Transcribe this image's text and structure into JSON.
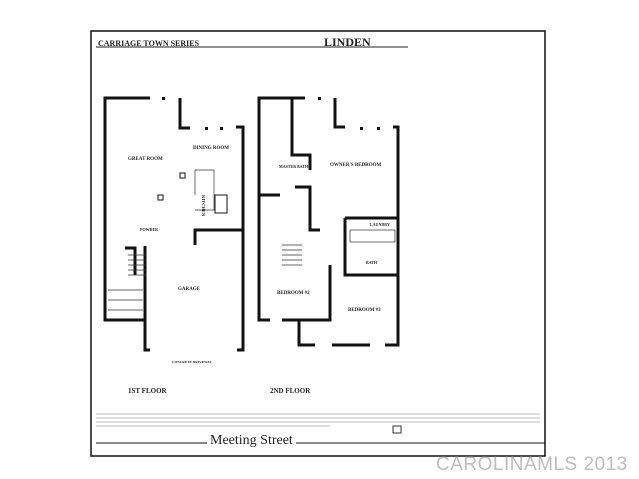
{
  "header": {
    "series": "CARRIAGE TOWN SERIES",
    "model": "LINDEN"
  },
  "first_floor": {
    "title": "1ST FLOOR",
    "rooms": {
      "great_room": "GREAT ROOM",
      "dining_room": "DINING ROOM",
      "kitchen": "KITCHEN",
      "powder": "POWDER",
      "garage": "GARAGE",
      "driveway": "CONCRETE DRIVEWAY"
    }
  },
  "second_floor": {
    "title": "2ND FLOOR",
    "rooms": {
      "owners_bedroom": "OWNER'S BEDROOM",
      "master_bath": "MASTER BATH",
      "laundry": "LAUNDRY",
      "bath": "BATH",
      "bedroom2": "BEDROOM #2",
      "bedroom3": "BEDROOM #3"
    }
  },
  "footer": {
    "brand": "Meeting Street"
  },
  "watermark": "CAROLINAMLS 2013"
}
